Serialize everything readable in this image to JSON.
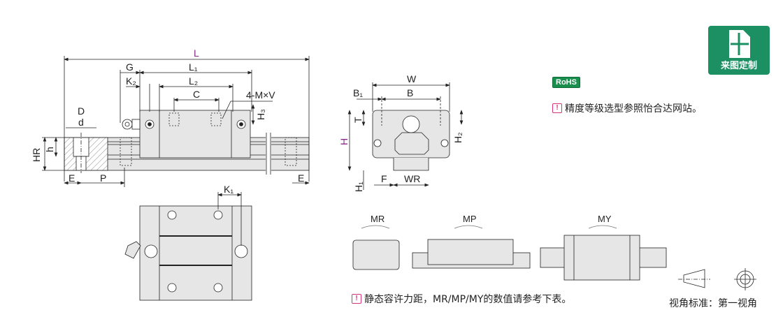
{
  "badges": {
    "custom_drawing": "来图定制",
    "rohs": "RoHS"
  },
  "notes": {
    "precision": "精度等级选型参照怡合达网站。",
    "static_moment": "静态容许力距，MR/MP/MY的数值请参考下表。",
    "view_standard": "视角标准：第一视角"
  },
  "dimensions": {
    "side_view": {
      "L": "L",
      "L1": "L₁",
      "L2": "L₂",
      "C": "C",
      "G": "G",
      "K2": "K₂",
      "MV": "4-M×V",
      "H3": "H₃",
      "D": "D",
      "d": "d",
      "h": "h",
      "HR": "HR",
      "E_left": "E",
      "P": "P",
      "E_right": "E"
    },
    "top_view": {
      "K1": "K₁"
    },
    "end_view": {
      "W": "W",
      "B1": "B₁",
      "B": "B",
      "T": "T",
      "H": "H",
      "H2": "H₂",
      "H1": "H₁",
      "F": "F",
      "WR": "WR"
    },
    "moments": {
      "MR": "MR",
      "MP": "MP",
      "MY": "MY"
    }
  },
  "colors": {
    "accent_green": "#1d9063",
    "rohs_green": "#1a8f4d",
    "label_purple": "#8a2a8a",
    "warn_pink": "#d6337a",
    "part_fill": "#e6e6e6"
  }
}
